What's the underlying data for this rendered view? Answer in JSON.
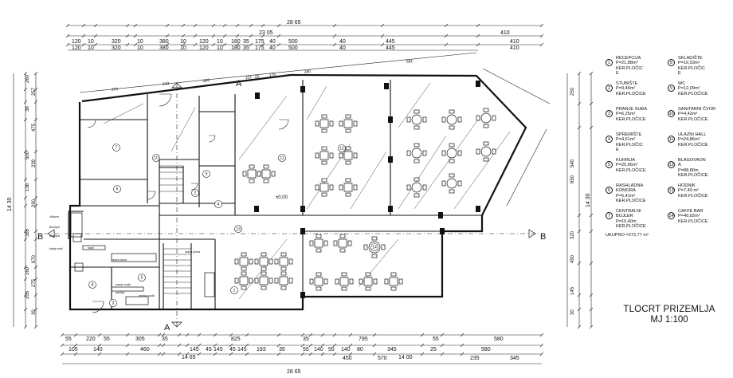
{
  "title": "TLOCRT PRIZEMLJA",
  "scale": "MJ 1:100",
  "total": "UKUPNO =272,77 m²",
  "legend": [
    {
      "num": "1",
      "lines": [
        "RECEPCIJA",
        "P=21,88m²",
        "KER.PLOČIC",
        "E"
      ]
    },
    {
      "num": "2",
      "lines": [
        "STUBIŠTE",
        "P=9,46m²",
        "KER.PLOČICE"
      ]
    },
    {
      "num": "3",
      "lines": [
        "PRANJE SUĐA",
        "P=6,25m²",
        "KER.PLOČICE"
      ]
    },
    {
      "num": "4",
      "lines": [
        "SPREMIŠTE",
        "P=4,51m²",
        "KER.PLOČIC",
        "E"
      ]
    },
    {
      "num": "5",
      "lines": [
        "KUHINJA",
        "P=25,66m²",
        "KER.PLOČICE"
      ]
    },
    {
      "num": "6",
      "lines": [
        "RASHLADNA",
        "KOMORA",
        "P=5,41m²",
        "KER.PLOČICE"
      ]
    },
    {
      "num": "7",
      "lines": [
        "CENTRALNI",
        "BOJLER",
        "P=10,40m",
        "KER.PLOČICE"
      ]
    },
    {
      "num": "8",
      "lines": [
        "SKLADIŠTE",
        "P=10,53m²",
        "KER.PLOČIC",
        "E"
      ]
    },
    {
      "num": "9",
      "lines": [
        "WC",
        "P=12,09m²",
        "KER.PLOČICE"
      ]
    },
    {
      "num": "10",
      "lines": [
        "SANITARNI ČVOR",
        "P=4,42m²",
        "KER.PLOČICE"
      ]
    },
    {
      "num": "11",
      "lines": [
        "ULAZNI HALL",
        "P=24,86m²",
        "KER.PLOČICE"
      ]
    },
    {
      "num": "12",
      "lines": [
        "BLAGOVAON",
        "A",
        "P=88,80m",
        "KER.PLOČICE"
      ]
    },
    {
      "num": "13",
      "lines": [
        "HODNIK",
        "P=7,49 m²",
        "KER.PLOČICE"
      ]
    },
    {
      "num": "14",
      "lines": [
        "CAFFE BAR",
        "P=40,02m²",
        "KER.PLOČICE"
      ]
    }
  ],
  "top_dims": {
    "overall": "28 65",
    "mid": "23 05",
    "mid_right": "410",
    "row_upper": [
      "120",
      "10",
      "320",
      "10",
      "380",
      "10",
      "120",
      "10",
      "180",
      "35",
      "175",
      "40",
      "500",
      "40",
      "445",
      "410"
    ],
    "row_lower": [
      "120",
      "10"
    ]
  },
  "bottom_dims": {
    "overall": "28 65",
    "mid_left": "14 65",
    "mid_right": "14 00",
    "row_a": [
      "55",
      "220",
      "55",
      "305",
      "35",
      "825",
      "35",
      "795",
      "55",
      "580"
    ],
    "row_b": [
      "105",
      "140",
      "460",
      "145",
      "45",
      "145",
      "45",
      "145",
      "193",
      "35",
      "55",
      "140",
      "55",
      "140",
      "80",
      "345",
      "25",
      "580"
    ],
    "row_c": [
      "450",
      "570",
      "235",
      "345"
    ]
  },
  "left_dims": {
    "outer": [
      "260",
      "257",
      "38",
      "475",
      "500",
      "239",
      "136",
      "290",
      "385",
      "670",
      "160",
      "275",
      "205",
      "30"
    ],
    "big": "14 30"
  },
  "right_dims": {
    "outer": [
      "250",
      "540",
      "650",
      "320",
      "490",
      "145",
      "30"
    ],
    "big": "14 30"
  },
  "diag_dims": [
    "370",
    "243",
    "285",
    "101",
    "20",
    "175",
    "280",
    "581"
  ],
  "room_labels": [
    {
      "num": "1",
      "tag": "r1"
    },
    {
      "num": "2",
      "tag": "r2"
    },
    {
      "num": "3",
      "tag": "r3"
    },
    {
      "num": "4",
      "tag": "r4"
    },
    {
      "num": "5",
      "tag": "r5"
    },
    {
      "num": "6",
      "tag": "r6"
    },
    {
      "num": "7",
      "tag": "r7"
    },
    {
      "num": "8",
      "tag": "r8"
    },
    {
      "num": "9",
      "tag": "r9"
    },
    {
      "num": "10",
      "tag": "r10"
    },
    {
      "num": "11",
      "tag": "r11"
    },
    {
      "num": "12",
      "tag": "r12"
    },
    {
      "num": "13",
      "tag": "r13"
    },
    {
      "num": "14",
      "tag": "r14"
    }
  ],
  "section_marks": {
    "A": "A",
    "B": "B",
    "A1": "A",
    "B1": "B"
  },
  "level": "±0,00",
  "small_notes": [
    "Vitlacre",
    "Bezrijed",
    "Bezrijed",
    "banja mali",
    "nape",
    "radna ploha",
    "pranje suđa",
    "perilica",
    "perilica suđa",
    "radna ploha"
  ]
}
